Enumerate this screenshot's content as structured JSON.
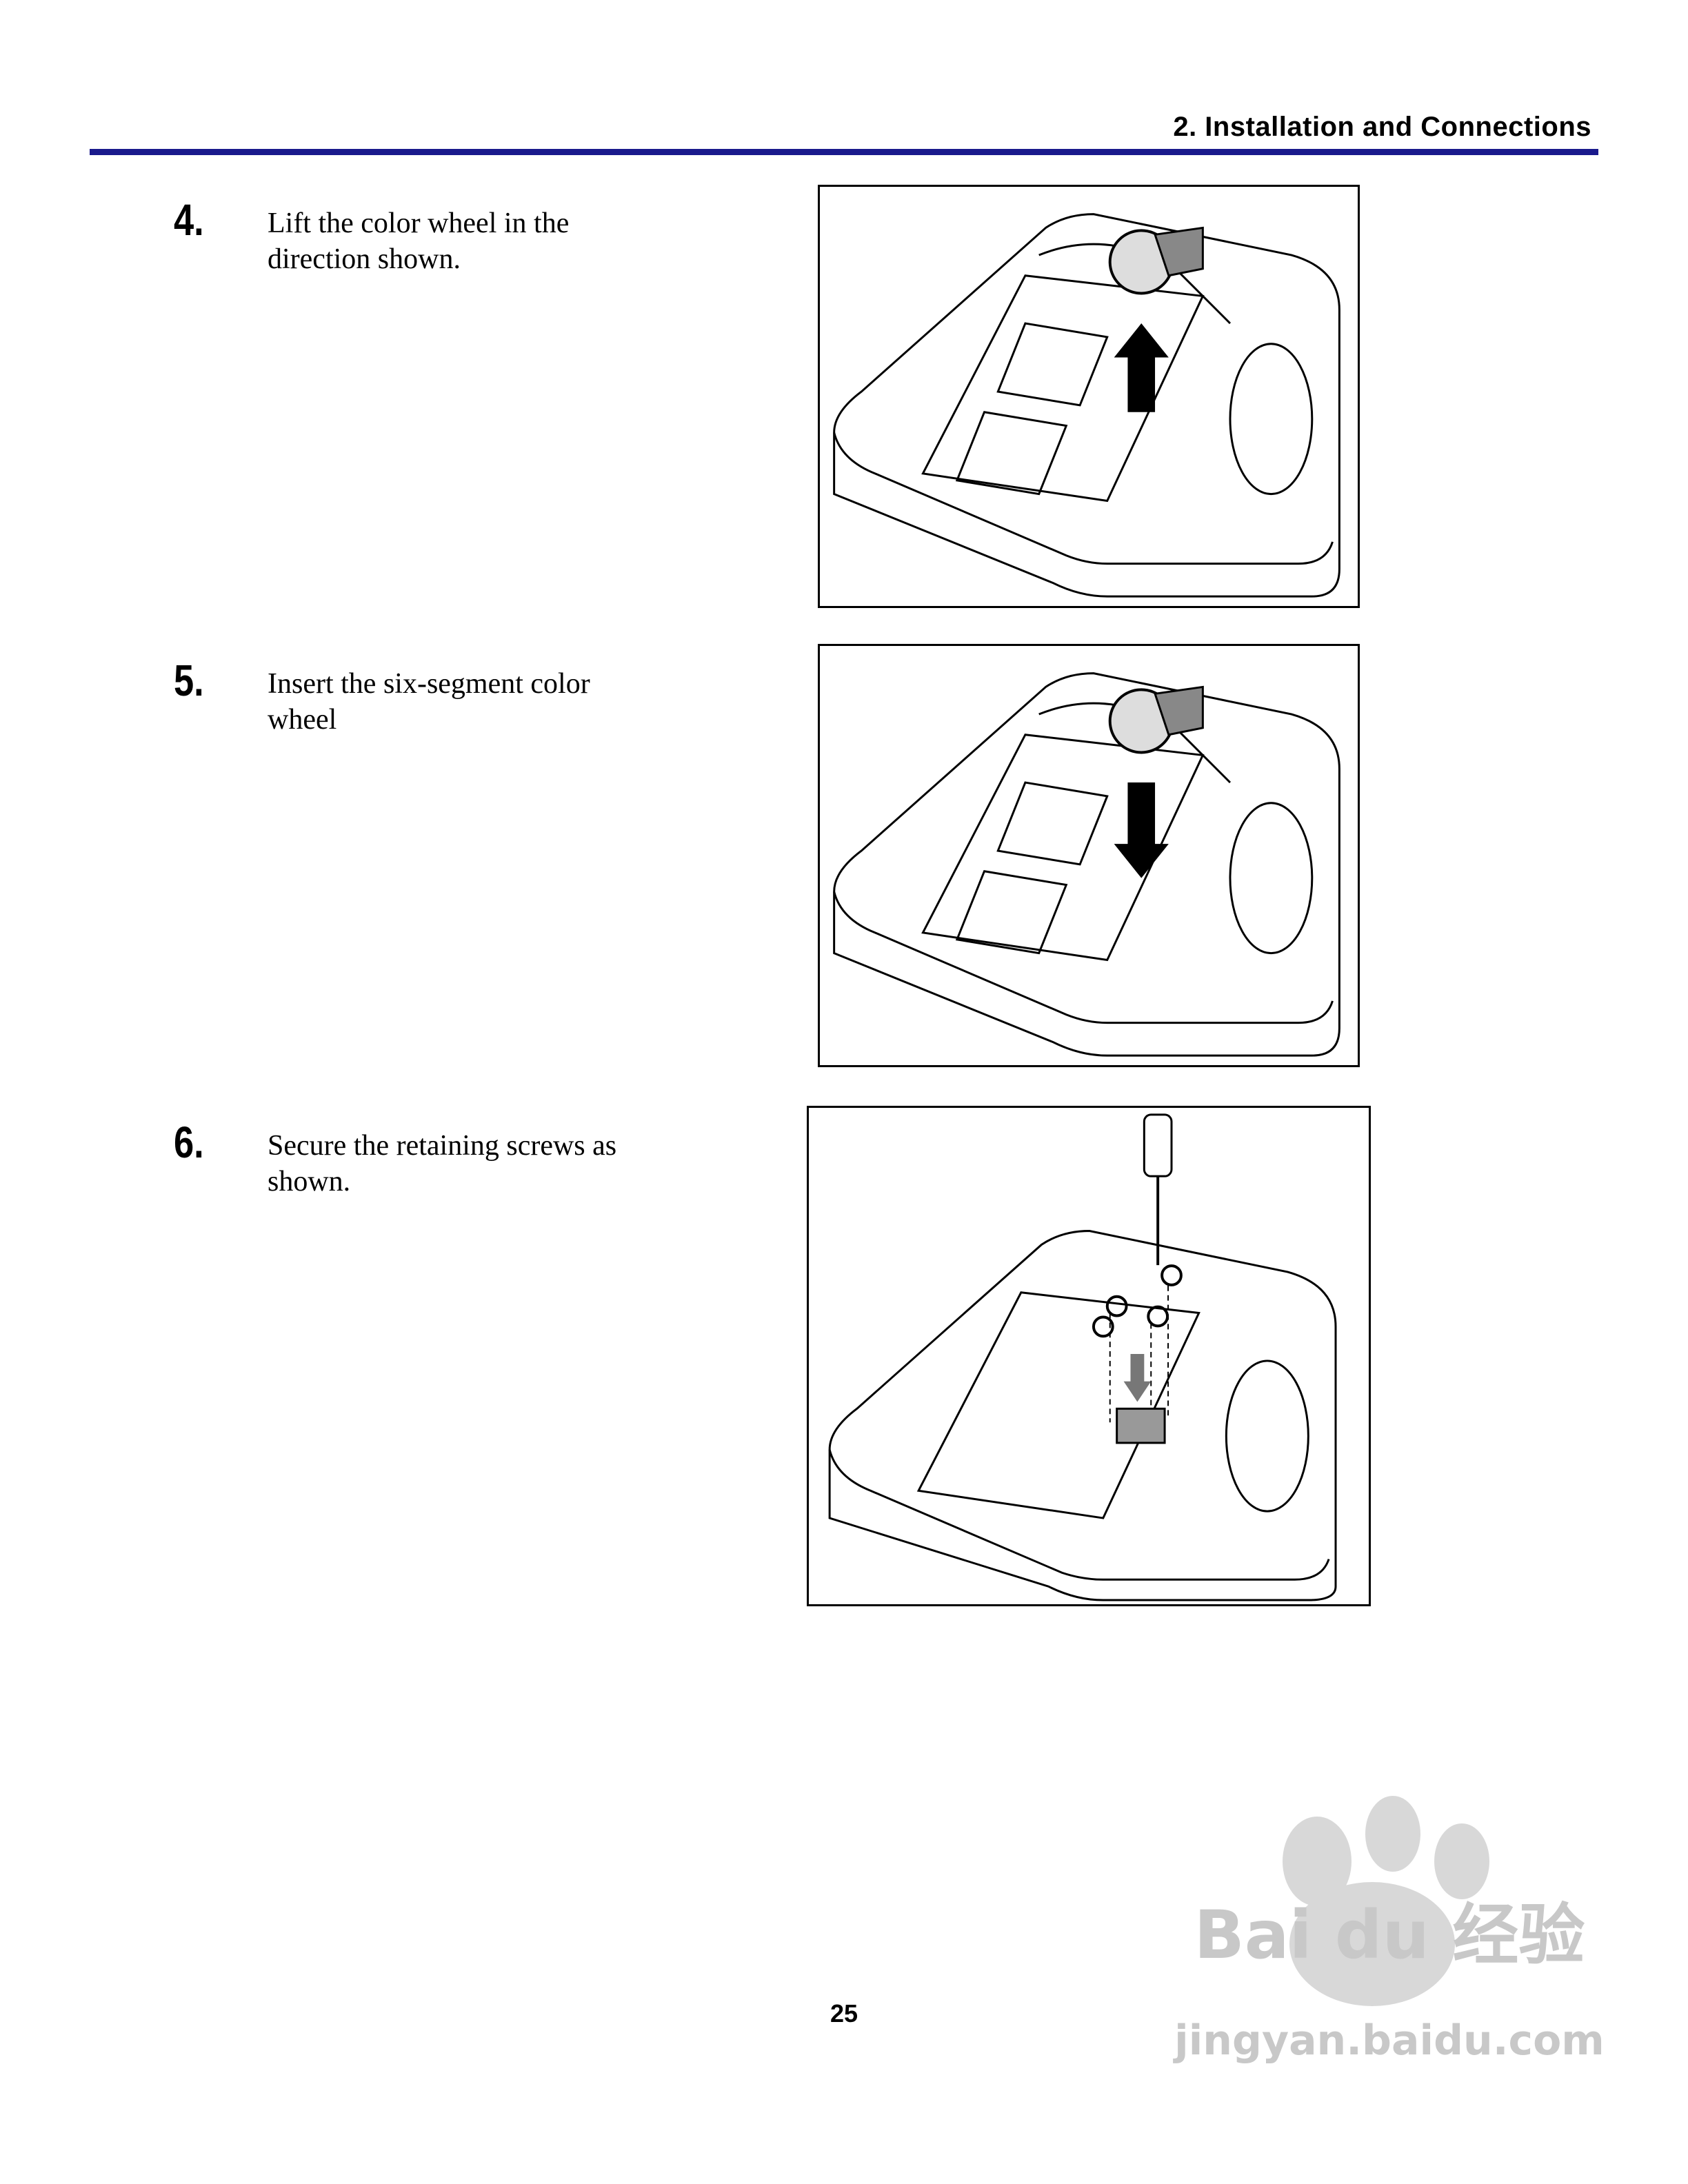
{
  "header": {
    "section_title": "2. Installation and Connections",
    "rule_color": "#1a1a8c"
  },
  "steps": [
    {
      "number": "4.",
      "text": "Lift the color wheel in the direction shown.",
      "arrow": "up"
    },
    {
      "number": "5.",
      "text": "Insert the six-segment color wheel",
      "arrow": "down"
    },
    {
      "number": "6.",
      "text": "Secure the retaining screws as shown.",
      "arrow": "screwdriver"
    }
  ],
  "footer": {
    "page_number": "25"
  },
  "watermark": {
    "brand": "Bai du 经验",
    "url": "jingyan.baidu.com"
  }
}
